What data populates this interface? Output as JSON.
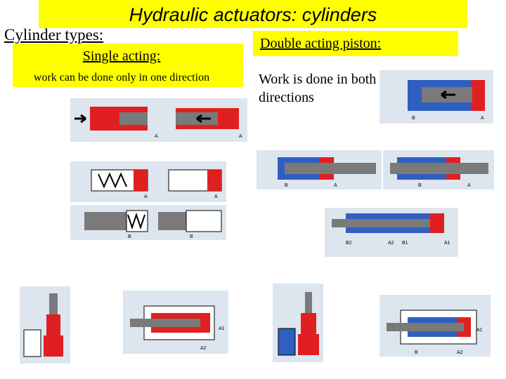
{
  "title": "Hydraulic actuators: cylinders",
  "cylinder_types": "Cylinder types:",
  "single": {
    "label": "Single acting:",
    "description": "work can be done only in one direction"
  },
  "double": {
    "label": "Double acting piston:",
    "description": "Work is done in both directions"
  },
  "port_labels": {
    "a": "A",
    "b": "B",
    "a1": "A1",
    "a2": "A2",
    "b1": "B1",
    "b2": "B2"
  },
  "colors": {
    "title_bg": "#ffff00",
    "panel_bg": "#dde6ee",
    "red": "#e02020",
    "blue": "#2f5fc0",
    "rod": "#7a7a7a"
  }
}
